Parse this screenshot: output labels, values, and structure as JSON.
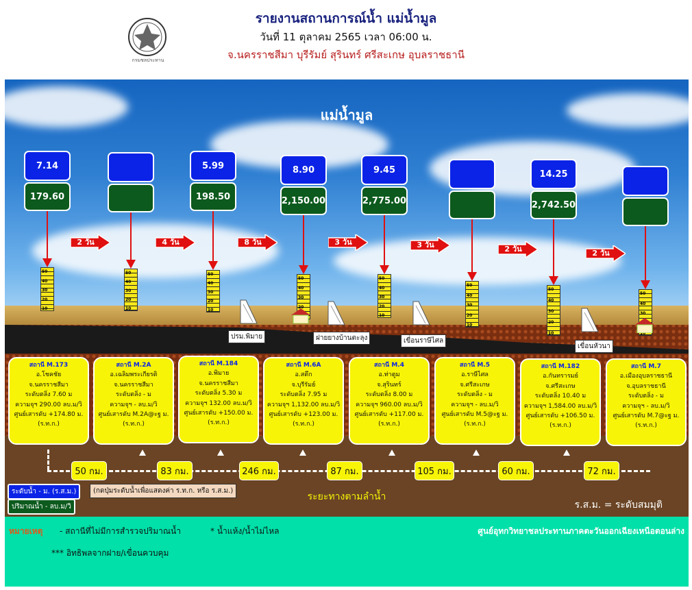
{
  "header": {
    "title": "รายงานสถานการณ์น้ำ แม่น้ำมูล",
    "date_line": "วันที่ 11 ตุลาคม 2565 เวลา 06:00 น.",
    "provinces": "จ.นครราชสีมา บุรีรัมย์ สุรินทร์ ศรีสะเกษ อุบลราชธานี",
    "logo_text": "กรมชลประทาน"
  },
  "scene_title": "แม่น้ำมูล",
  "gauges": [
    {
      "level": "7.14",
      "flow": "179.60"
    },
    {
      "level": "",
      "flow": ""
    },
    {
      "level": "5.99",
      "flow": "198.50"
    },
    {
      "level": "8.90",
      "flow": "2,150.00"
    },
    {
      "level": "9.45",
      "flow": "2,775.00"
    },
    {
      "level": "",
      "flow": ""
    },
    {
      "level": "14.25",
      "flow": "2,742.50"
    },
    {
      "level": "",
      "flow": ""
    }
  ],
  "travel_days": [
    "2 วัน",
    "4 วัน",
    "8 วัน",
    "3 วัน",
    "3 วัน",
    "2 วัน",
    "2 วัน"
  ],
  "gauge_ticks": [
    "50",
    "40",
    "30",
    "20",
    "10"
  ],
  "dams": [
    "ปรม.พิมาย",
    "ฝายยางบ้านตะลุง",
    "เขื่อนราษีไศล",
    "เขื่อนหัวนา"
  ],
  "stations": [
    {
      "name": "สถานี M.173",
      "district": "อ.โชคชัย",
      "province": "จ.นครราชสีมา",
      "level": "ระดับตลิ่ง 7.60 ม",
      "capacity": "ความจุฯ 290.00 ลบ.ม/วิ",
      "datum": "ศูนย์เสารดับ +174.80 ม.",
      "unit": "(ร.ท.ก.)"
    },
    {
      "name": "สถานี M.2A",
      "district": "อ.เฉลิมพระเกียรติ",
      "province": "จ.นครราชสีมา",
      "level": "ระดับตลิ่ง - ม",
      "capacity": "ความจุฯ - ลบ.ม/วิ",
      "datum": "ศูนย์เสารดับ M.2A@ะฐ ม.",
      "unit": "(ร.ท.ก.)"
    },
    {
      "name": "สถานี M.184",
      "district": "อ.พิมาย",
      "province": "จ.นครราชสีมา",
      "level": "ระดับตลิ่ง 5.30 ม",
      "capacity": "ความจุฯ 132.00 ลบ.ม/วิ",
      "datum": "ศูนย์เสารดับ +150.00 ม.",
      "unit": "(ร.ท.ก.)"
    },
    {
      "name": "สถานี M.6A",
      "district": "อ.สตึก",
      "province": "จ.บุรีรัมย์",
      "level": "ระดับตลิ่ง 7.95 ม",
      "capacity": "ความจุฯ 1,132.00 ลบ.ม/วิ",
      "datum": "ศูนย์เสารดับ +123.00 ม.",
      "unit": "(ร.ท.ก.)"
    },
    {
      "name": "สถานี M.4",
      "district": "อ.ท่าตูม",
      "province": "จ.สุรินทร์",
      "level": "ระดับตลิ่ง 8.00 ม",
      "capacity": "ความจุฯ 960.00 ลบ.ม/วิ",
      "datum": "ศูนย์เสารดับ +117.00 ม.",
      "unit": "(ร.ท.ก.)"
    },
    {
      "name": "สถานี M.5",
      "district": "อ.ราษีไศล",
      "province": "จ.ศรีสะเกษ",
      "level": "ระดับตลิ่ง - ม",
      "capacity": "ความจุฯ - ลบ.ม/วิ",
      "datum": "ศูนย์เสารดับ M.5@ะฐ ม.",
      "unit": "(ร.ท.ก.)"
    },
    {
      "name": "สถานี M.182",
      "district": "อ.กันทรารมย์",
      "province": "จ.ศรีสะเกษ",
      "level": "ระดับตลิ่ง 10.40 ม",
      "capacity": "ความจุฯ 1,584.00 ลบ.ม/วิ",
      "datum": "ศูนย์เสารดับ +106.50 ม.",
      "unit": "(ร.ท.ก.)"
    },
    {
      "name": "สถานี M.7",
      "district": "อ.เมืองอุบลราชธานี",
      "province": "จ.อุบลราชธานี",
      "level": "ระดับตลิ่ง - ม",
      "capacity": "ความจุฯ - ลบ.ม/วิ",
      "datum": "ศูนย์เสารดับ M.7@ะฐ ม.",
      "unit": "(ร.ท.ก.)"
    }
  ],
  "distances": [
    "50 กม.",
    "83 กม.",
    "246 กม.",
    "87 กม.",
    "105 กม.",
    "60 กม.",
    "72 กม."
  ],
  "legend": {
    "level": "ระดับน้ำ - ม. (ร.ส.ม.)",
    "flow": "ปริมาณน้ำ - ลบ.ม/วิ",
    "note": "(กดปุ่มระดับน้ำเพื่อแสดงค่า ร.ท.ก. หรือ ร.ส.ม.)",
    "along_river": "ระยะทางตามลำน้ำ",
    "rsm": "ร.ส.ม. = ระดับสมมุติ"
  },
  "footer": {
    "remark_label": "หมายเหตุ",
    "remark_1": "-  สถานีที่ไม่มีการสำรวจปริมาณน้ำ",
    "remark_2": "* น้ำแห้ง/น้ำไม่ไหล",
    "remark_3": "***  อิทธิพลจากฝาย/เขื่อนควบคุม",
    "center": "ศูนย์อุทกวิทยาชลประทานภาคตะวันออกเฉียงเหนือตอนล่าง"
  },
  "colors": {
    "level_box": "#0b23e6",
    "flow_box": "#0c5a1d",
    "card": "#f7f407",
    "footer": "#00e0a8",
    "arrow": "#e01010"
  }
}
